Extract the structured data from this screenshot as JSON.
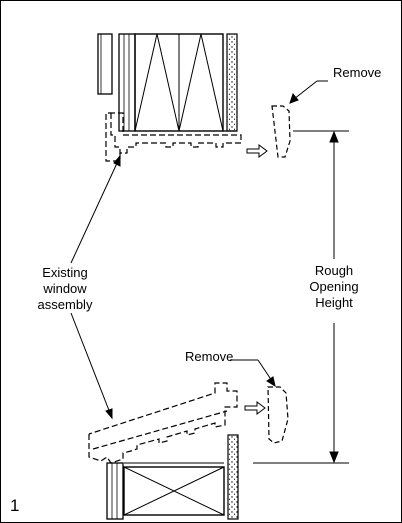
{
  "figure": {
    "number": "1",
    "labels": {
      "remove_top": "Remove",
      "remove_bottom": "Remove",
      "existing_window_assembly": [
        "Existing",
        "window",
        "assembly"
      ],
      "rough_opening_height": [
        "Rough",
        "Opening",
        "Height"
      ]
    }
  }
}
